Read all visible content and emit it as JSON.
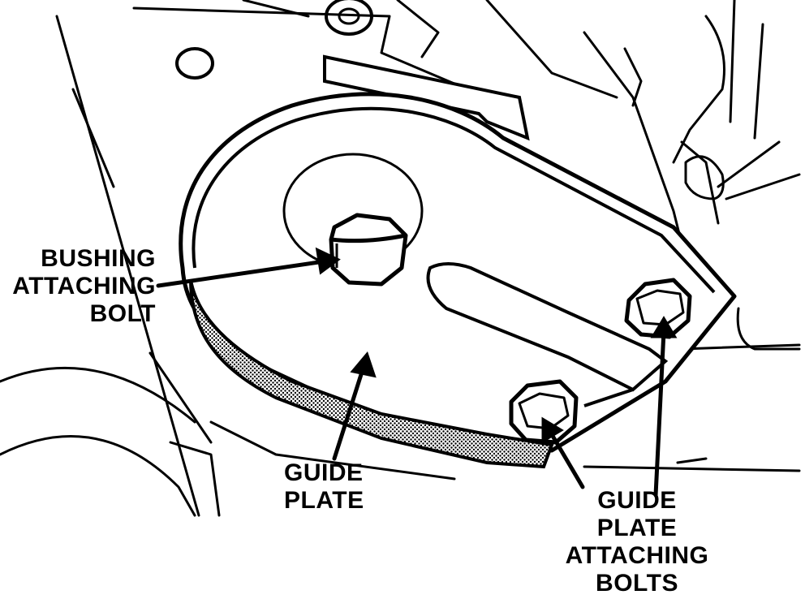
{
  "labels": {
    "bushing": [
      "BUSHING",
      "ATTACHING",
      "BOLT"
    ],
    "guide_plate": [
      "GUIDE",
      "PLATE"
    ],
    "guide_plate_bolts": [
      "GUIDE",
      "PLATE",
      "ATTACHING",
      "BOLTS"
    ]
  },
  "colors": {
    "ink": "#000000",
    "paper": "#ffffff"
  }
}
